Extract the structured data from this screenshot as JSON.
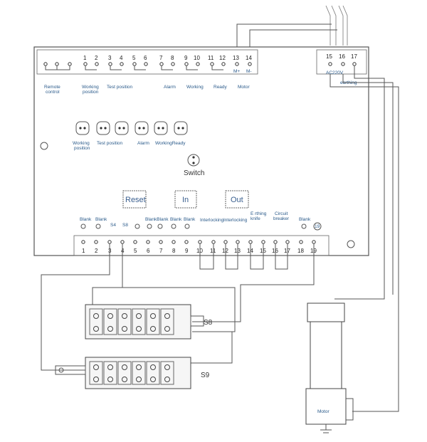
{
  "top_terminals": {
    "numbers": [
      "1",
      "2",
      "3",
      "4",
      "5",
      "6",
      "7",
      "8",
      "9",
      "10",
      "11",
      "12",
      "13",
      "14"
    ],
    "motor_signs": [
      "M+",
      "M-"
    ],
    "labels": {
      "remote": [
        "Remote",
        "control"
      ],
      "working_position": [
        "Working",
        "position"
      ],
      "test_position": "Test position",
      "alarm": "Alarm",
      "working": "Working",
      "ready": "Ready",
      "motor": "Motor"
    }
  },
  "power_terminals": {
    "numbers": [
      "15",
      "16",
      "17"
    ],
    "voltage": "AC220V",
    "earthing": "earthing"
  },
  "indicators": {
    "labels": {
      "working_position": [
        "Working",
        "position"
      ],
      "test_position": "Test position",
      "alarm": "Alarm",
      "working_ready": "WorkingReady"
    }
  },
  "switch_label": "Switch",
  "buttons": {
    "reset": "Reset",
    "in": "In",
    "out": "Out"
  },
  "bottom_terminals": {
    "numbers": [
      "1",
      "2",
      "3",
      "4",
      "5",
      "6",
      "7",
      "8",
      "9",
      "10",
      "11",
      "12",
      "13",
      "14",
      "15",
      "16",
      "17",
      "18",
      "19"
    ],
    "labels": {
      "blank_1": "Blank",
      "blank_2": "Blank",
      "s_a": "S4",
      "s_b": "S8",
      "blank_group": "BlankBlank",
      "blank_3": "Blank",
      "blank_4": "Blank",
      "interlocking_1": "Interlocking",
      "interlocking_2": "Interlocking",
      "earthing_knife": [
        "E rthing",
        "knife"
      ],
      "circuit_breaker": [
        "Circuit",
        "breaker"
      ],
      "blank_5": "Blank"
    },
    "circled_19": "19"
  },
  "switch_blocks": {
    "s8": "S8",
    "s9": "S9"
  },
  "motor_label": "Motor"
}
